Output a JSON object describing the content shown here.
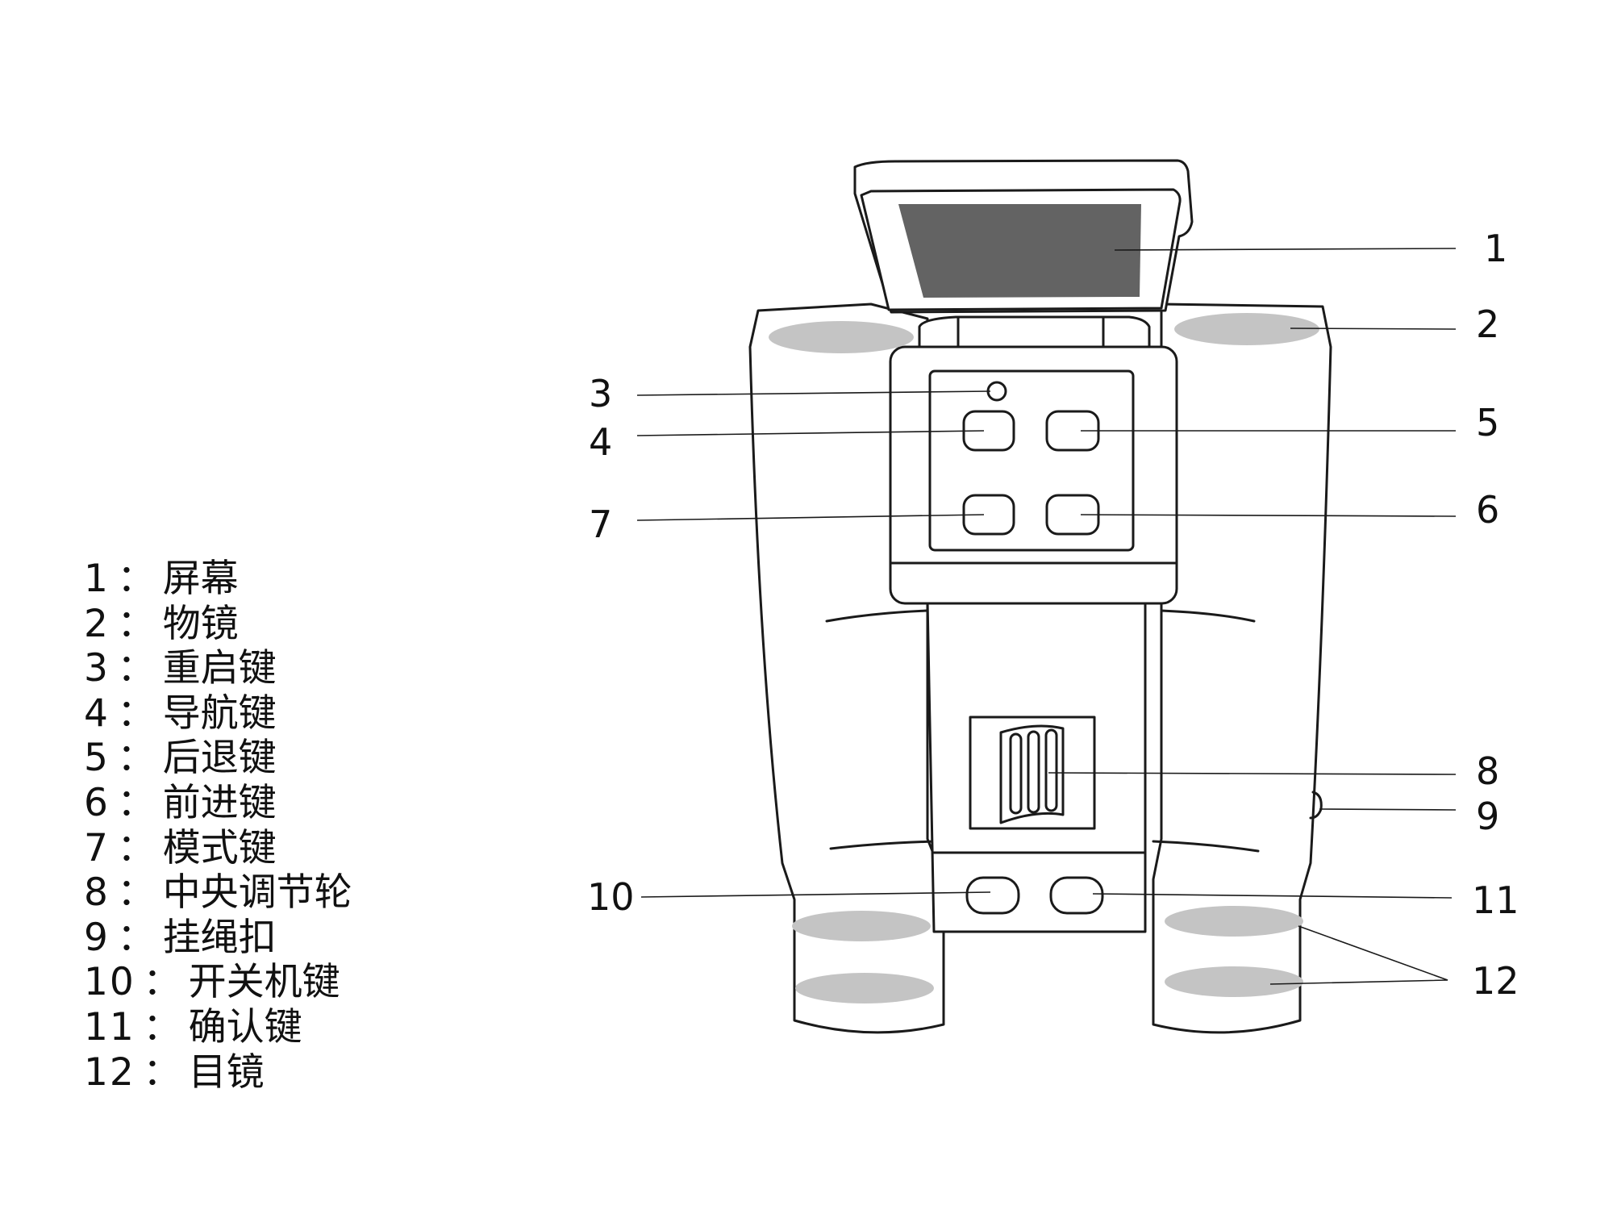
{
  "callouts": [
    "1",
    "2",
    "3",
    "4",
    "5",
    "6",
    "7",
    "8",
    "9",
    "10",
    "11",
    "12"
  ],
  "legend": [
    {
      "num": "1",
      "label": "屏幕"
    },
    {
      "num": "2",
      "label": "物镜"
    },
    {
      "num": "3",
      "label": "重启键"
    },
    {
      "num": "4",
      "label": "导航键"
    },
    {
      "num": "5",
      "label": "后退键"
    },
    {
      "num": "6",
      "label": "前进键"
    },
    {
      "num": "7",
      "label": "模式键"
    },
    {
      "num": "8",
      "label": "中央调节轮"
    },
    {
      "num": "9",
      "label": "挂绳扣"
    },
    {
      "num": "10",
      "label": "开关机键"
    },
    {
      "num": "11",
      "label": "确认键"
    },
    {
      "num": "12",
      "label": "目镜"
    }
  ],
  "separator": "：",
  "colors": {
    "outline": "#1a1a1a",
    "screen": "#636363",
    "lens": "#c4c4c4",
    "background": "#ffffff"
  }
}
